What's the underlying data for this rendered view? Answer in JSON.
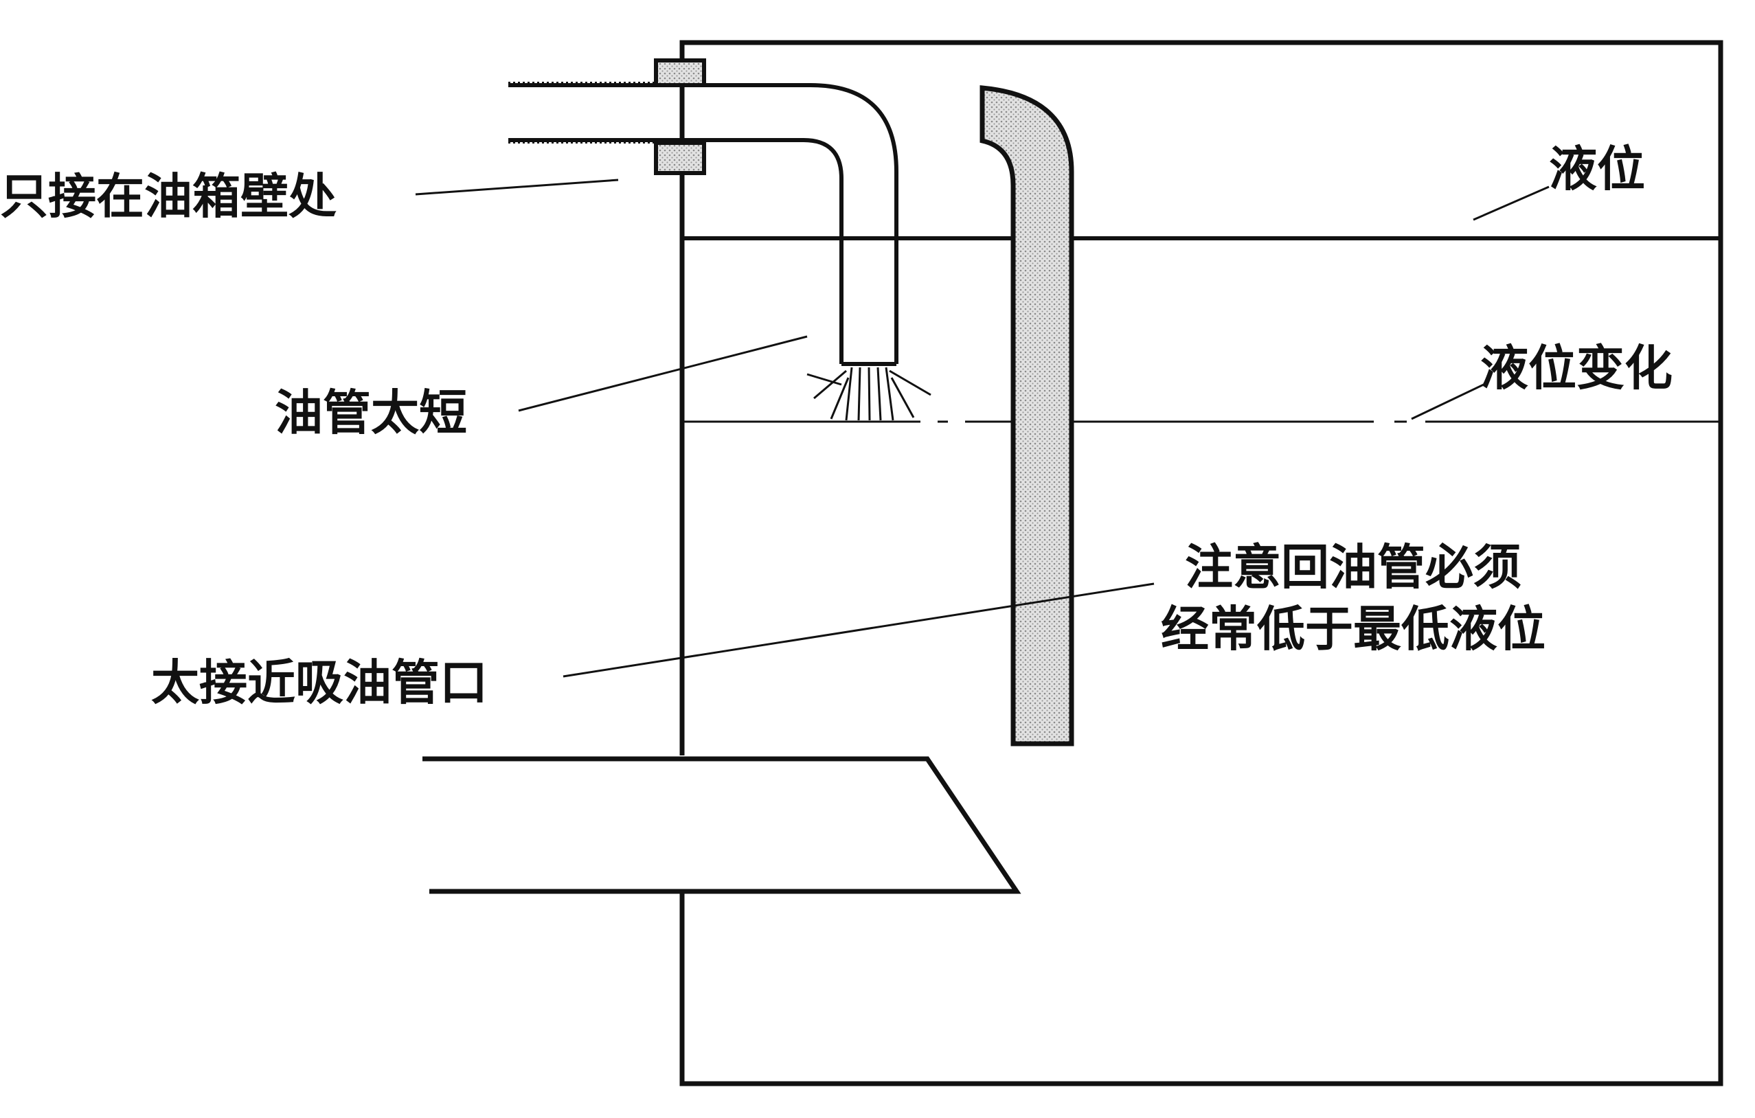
{
  "labels": {
    "wall_only": "只接在油箱壁处",
    "pipe_too_short": "油管太短",
    "too_close": "太接近吸油管口",
    "level": "液位",
    "level_change": "液位变化",
    "note_line1": "注意回油管必须",
    "note_line2": "经常低于最低液位"
  },
  "colors": {
    "ink": "#111111",
    "background": "#ffffff",
    "return_pipe_fill": "#d8d8d8"
  }
}
